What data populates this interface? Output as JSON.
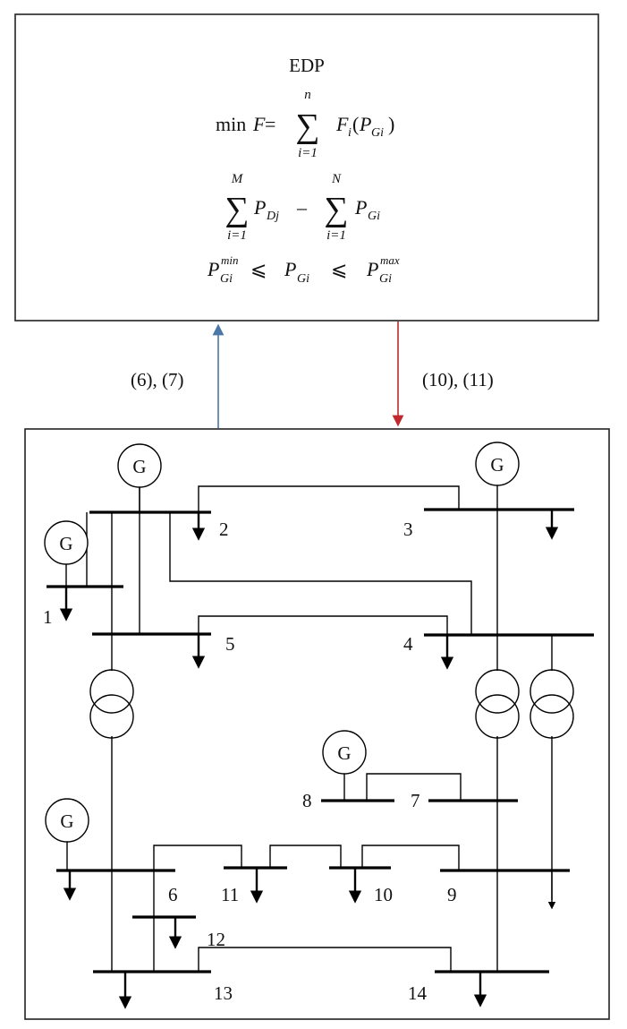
{
  "edp_box": {
    "title": "EDP",
    "objective": {
      "prefix": "min ",
      "F": "F",
      "eq": " = ",
      "sum_upper": "n",
      "sum_lower": "i=1",
      "Fi": "F",
      "Fi_sub": "i",
      "paren_open": "(",
      "P": "P",
      "P_sub": "Gi",
      "paren_close": ")"
    },
    "balance": {
      "sum1_upper": "M",
      "sum1_lower": "i=1",
      "P1": "P",
      "P1_sub": "Dj",
      "minus": "–",
      "sum2_upper": "N",
      "sum2_lower": "i=1",
      "P2": "P",
      "P2_sub": "Gi"
    },
    "limits": {
      "P": "P",
      "sub": "Gi",
      "min_sup": "min",
      "max_sup": "max",
      "leq": "⩽"
    }
  },
  "arrows": {
    "up_label": "(6), (7)",
    "down_label": "(10), (11)",
    "up_color": "#4a76a8",
    "down_color": "#c0282d"
  },
  "grid": {
    "generator_label": "G",
    "bus_labels": {
      "b1": "1",
      "b2": "2",
      "b3": "3",
      "b4": "4",
      "b5": "5",
      "b6": "6",
      "b7": "7",
      "b8": "8",
      "b9": "9",
      "b10": "10",
      "b11": "11",
      "b12": "12",
      "b13": "13",
      "b14": "14"
    }
  }
}
